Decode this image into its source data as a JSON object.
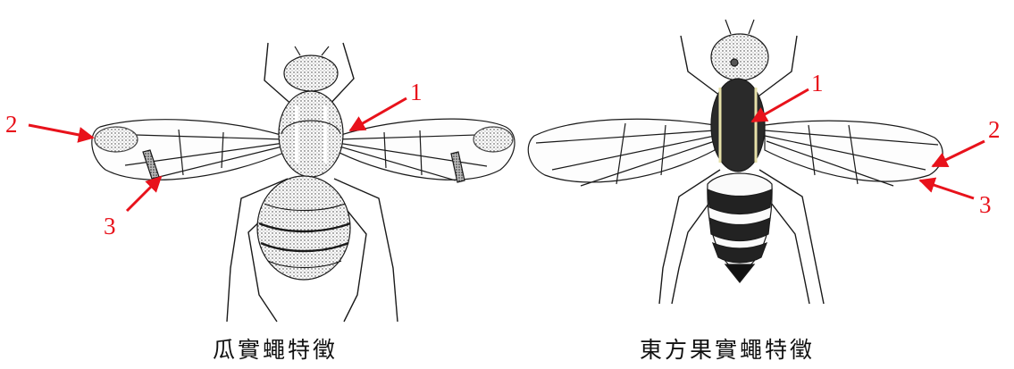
{
  "figure": {
    "panels": [
      {
        "caption": "瓜實蠅特徵",
        "callouts": [
          {
            "label": "1"
          },
          {
            "label": "2"
          },
          {
            "label": "3"
          }
        ]
      },
      {
        "caption": "東方果實蠅特徵",
        "callouts": [
          {
            "label": "1"
          },
          {
            "label": "2"
          },
          {
            "label": "3"
          }
        ]
      }
    ]
  },
  "colors": {
    "ink": "#1a1a1a",
    "callout": "#e8121b",
    "background": "#ffffff"
  }
}
